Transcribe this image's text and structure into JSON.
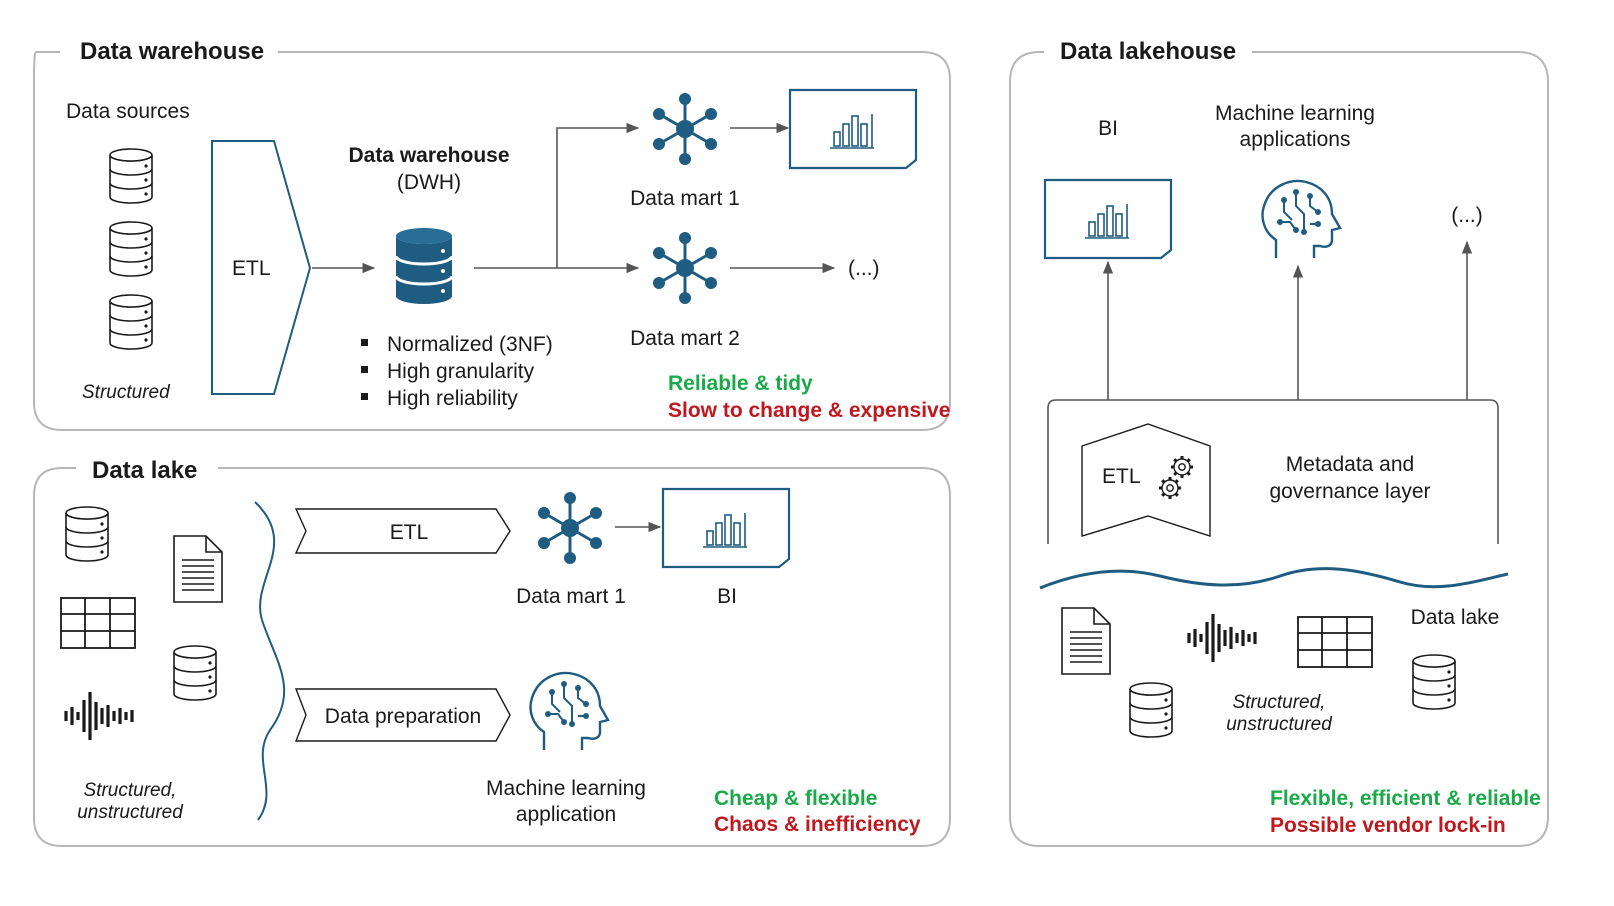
{
  "colors": {
    "accent_blue": "#1f5c82",
    "good_green": "#1aaa4a",
    "bad_red": "#c0181f",
    "panel_border": "#b7b7b7"
  },
  "dwh": {
    "title": "Data warehouse",
    "sources_label": "Data sources",
    "structured_label": "Structured",
    "etl_label": "ETL",
    "center_title": "Data warehouse",
    "center_subtitle": "(DWH)",
    "bullets": [
      "Normalized (3NF)",
      "High granularity",
      "High reliability"
    ],
    "mart1": "Data mart 1",
    "mart2": "Data mart 2",
    "ellipsis": "(...)",
    "pro": "Reliable & tidy",
    "con": "Slow to change & expensive"
  },
  "lake": {
    "title": "Data lake",
    "structured_label_1": "Structured,",
    "structured_label_2": "unstructured",
    "etl_label": "ETL",
    "prep_label": "Data preparation",
    "mart1": "Data mart 1",
    "bi": "BI",
    "ml_1": "Machine learning",
    "ml_2": "application",
    "pro": "Cheap & flexible",
    "con": "Chaos & inefficiency"
  },
  "lakehouse": {
    "title": "Data lakehouse",
    "bi": "BI",
    "ml_1": "Machine learning",
    "ml_2": "applications",
    "ellipsis": "(...)",
    "etl_label": "ETL",
    "meta_1": "Metadata and",
    "meta_2": "governance layer",
    "lake_label": "Data lake",
    "structured_label_1": "Structured,",
    "structured_label_2": "unstructured",
    "pro": "Flexible, efficient & reliable",
    "con": "Possible vendor lock-in"
  },
  "icons": [
    "database-icon",
    "star-network-icon",
    "bi-chart-icon",
    "document-icon",
    "table-grid-icon",
    "audio-wave-icon",
    "ml-head-icon",
    "gears-icon"
  ]
}
